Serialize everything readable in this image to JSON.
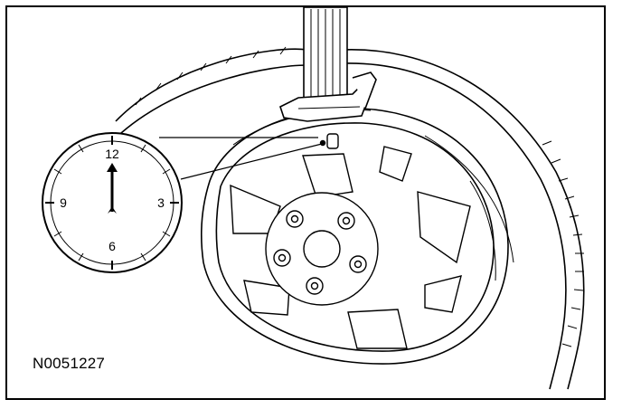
{
  "figure": {
    "reference_code": "N0051227",
    "clock_labels": {
      "twelve": "12",
      "three": "3",
      "six": "6",
      "nine": "9"
    }
  }
}
